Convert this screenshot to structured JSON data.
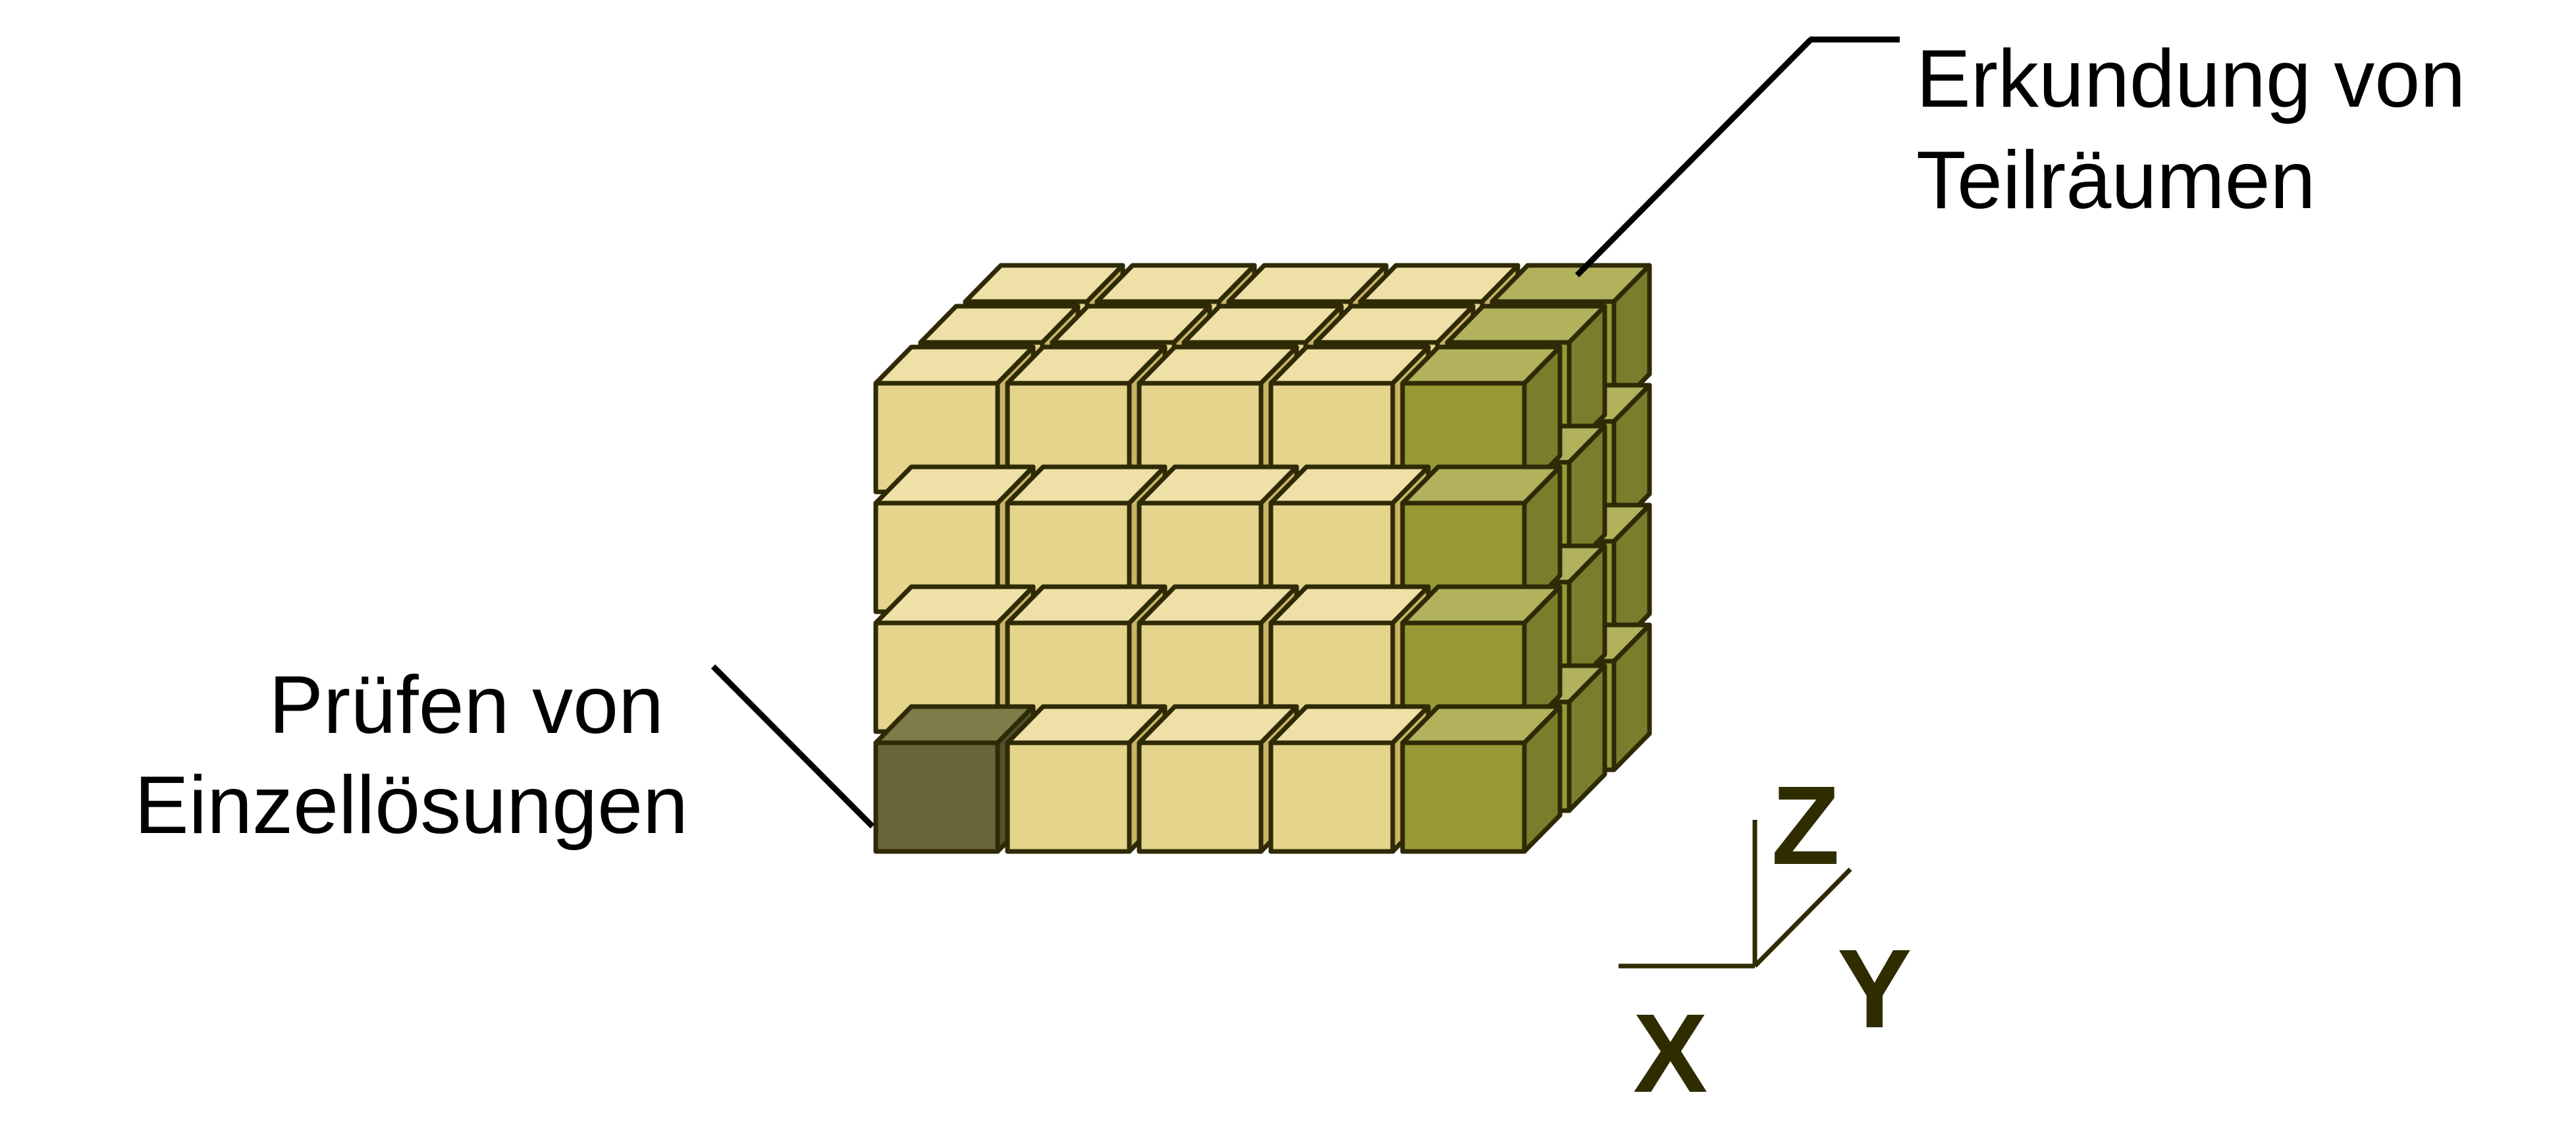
{
  "labels": {
    "top_right_line1": "Erkundung von",
    "top_right_line2": "Teilräumen",
    "left_line1": "Prüfen von",
    "left_line2": "Einzellösungen"
  },
  "axes": {
    "x": "X",
    "y": "Y",
    "z": "Z"
  },
  "grid": {
    "columns": 5,
    "rows": 4,
    "depth": 3
  },
  "highlight": {
    "subspace_column": 5,
    "single_cell": {
      "column": 1,
      "row": 1,
      "layer": 1
    }
  },
  "colors": {
    "normal_front": "#e5d48c",
    "normal_top": "#eee0a6",
    "normal_side": "#c8b465",
    "subspace_front": "#979a35",
    "subspace_top": "#b2b25d",
    "subspace_side": "#7b7d2c",
    "single_front": "#686538",
    "single_top": "#7f7c4a",
    "single_side": "#54522c",
    "outline": "#2f2a06",
    "axis": "#2f2d00"
  }
}
